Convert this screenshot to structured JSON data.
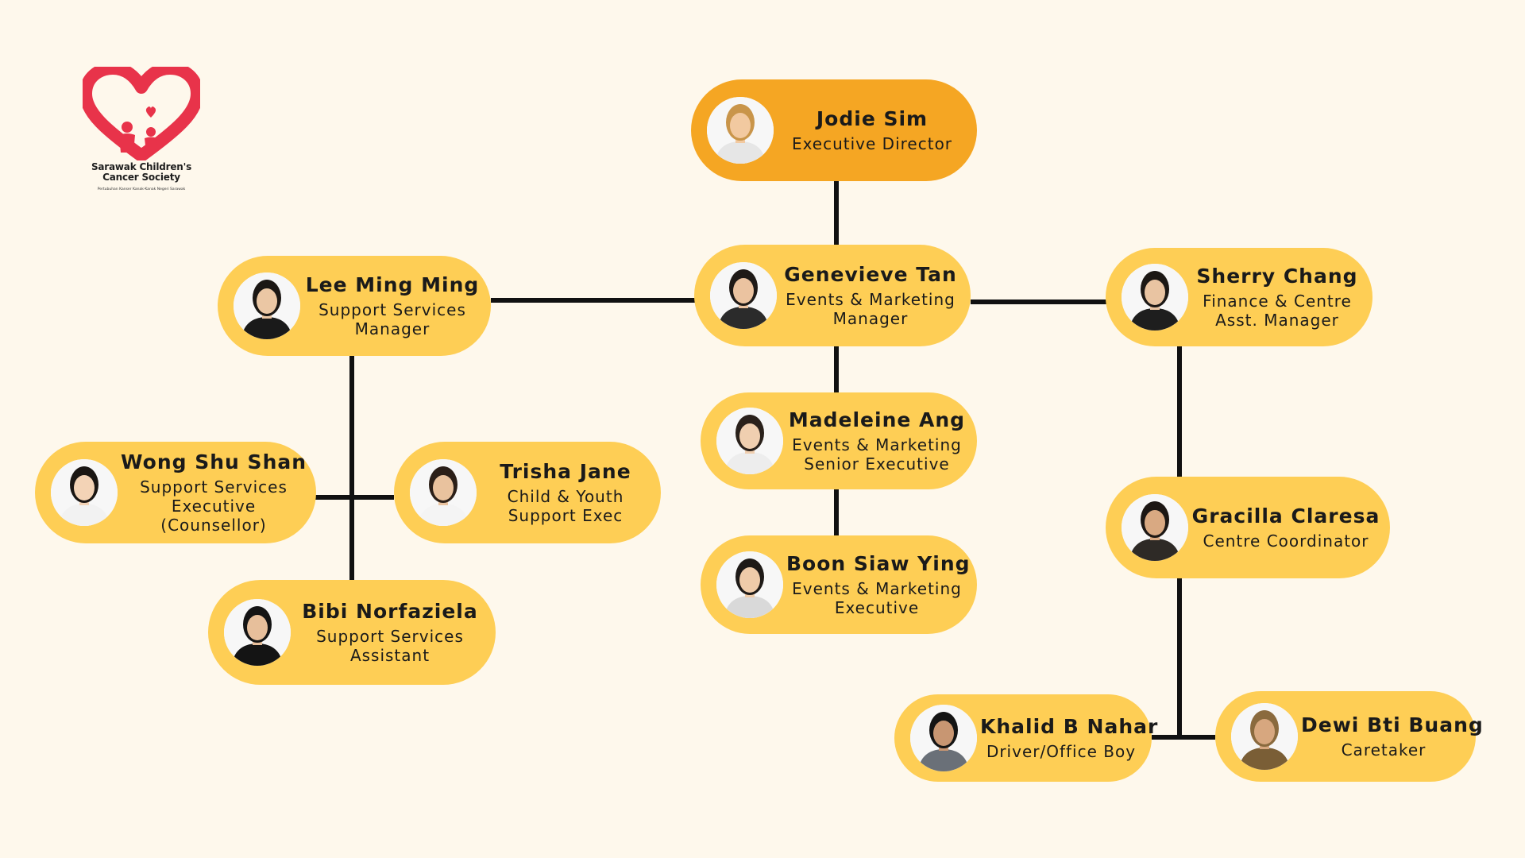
{
  "logo": {
    "name_line1": "Sarawak Children's",
    "name_line2": "Cancer Society",
    "subtitle": "Pertubuhan Kanser Kanak-Kanak Negeri Sarawak",
    "colors": {
      "heart": "#E8334A",
      "figures": "#E8334A"
    }
  },
  "colors": {
    "background": "#FEF8EC",
    "node": "#FECE55",
    "director_node": "#F5A623",
    "connector": "#111111"
  },
  "people": [
    {
      "id": "jodie-sim",
      "name": "Jodie Sim",
      "role": "Executive Director",
      "photo": {
        "hair": "#C9954A",
        "top": "#E6E6E6",
        "skin": "#F2C9A0"
      }
    },
    {
      "id": "genevieve-tan",
      "name": "Genevieve Tan",
      "role": "Events & Marketing\nManager",
      "photo": {
        "hair": "#1F1A17",
        "top": "#2B2B2B",
        "skin": "#EBC3A0"
      }
    },
    {
      "id": "lee-ming-ming",
      "name": "Lee Ming Ming",
      "role": "Support Services\nManager",
      "photo": {
        "hair": "#1B1714",
        "top": "#1A1A1A",
        "skin": "#EBC7A4"
      }
    },
    {
      "id": "sherry-chang",
      "name": "Sherry Chang",
      "role": "Finance & Centre\nAsst. Manager",
      "photo": {
        "hair": "#1C1815",
        "top": "#1E1E1E",
        "skin": "#E9C4A2"
      }
    },
    {
      "id": "madeleine-ang",
      "name": "Madeleine Ang",
      "role": "Events & Marketing\nSenior Executive",
      "photo": {
        "hair": "#2A211B",
        "top": "#EDEDED",
        "skin": "#F0CFB0"
      }
    },
    {
      "id": "boon-siaw-ying",
      "name": "Boon Siaw Ying",
      "role": "Events & Marketing\nExecutive",
      "photo": {
        "hair": "#1E1A17",
        "top": "#D9D9D9",
        "skin": "#EECBA9"
      }
    },
    {
      "id": "wong-shu-shan",
      "name": "Wong Shu Shan",
      "role": "Support Services\nExecutive (Counsellor)",
      "photo": {
        "hair": "#1A1613",
        "top": "#F2F2F2",
        "skin": "#F3D3B6"
      }
    },
    {
      "id": "trisha-jane",
      "name": "Trisha Jane",
      "role": "Child & Youth\nSupport Exec",
      "photo": {
        "hair": "#2B1F18",
        "top": "#F4F4F4",
        "skin": "#E9C29E"
      }
    },
    {
      "id": "bibi-norfaziela",
      "name": "Bibi Norfaziela",
      "role": "Support Services\nAssistant",
      "photo": {
        "hair": "#141414",
        "top": "#141414",
        "skin": "#E7BF9B"
      }
    },
    {
      "id": "gracilla-claresa",
      "name": "Gracilla Claresa",
      "role": "Centre Coordinator",
      "photo": {
        "hair": "#1C1714",
        "top": "#2E2A26",
        "skin": "#D9A982"
      }
    },
    {
      "id": "khalid-b-nahar",
      "name": "Khalid B Nahar",
      "role": "Driver/Office Boy",
      "photo": {
        "hair": "#141414",
        "top": "#6A7078",
        "skin": "#C89672"
      }
    },
    {
      "id": "dewi-bti-buang",
      "name": "Dewi Bti Buang",
      "role": "Caretaker",
      "photo": {
        "hair": "#8A6A3E",
        "top": "#7A5E36",
        "skin": "#D7A77F"
      }
    }
  ]
}
